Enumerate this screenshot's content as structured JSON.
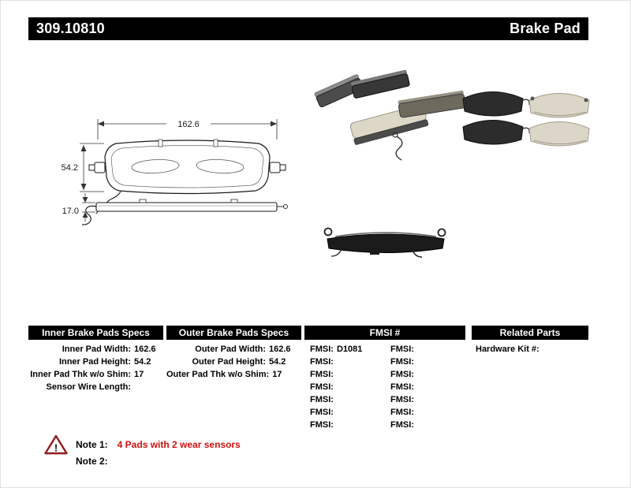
{
  "header": {
    "part_number": "309.10810",
    "product_name": "Brake Pad"
  },
  "diagram": {
    "width_dim": "162.6",
    "height_dim": "54.2",
    "thickness_dim": "17.0"
  },
  "table": {
    "inner": {
      "title": "Inner Brake Pads Specs",
      "rows": [
        {
          "label": "Inner Pad Width:",
          "value": "162.6"
        },
        {
          "label": "Inner Pad Height:",
          "value": "54.2"
        },
        {
          "label": "Inner Pad Thk w/o Shim:",
          "value": "17"
        },
        {
          "label": "Sensor Wire Length:",
          "value": ""
        }
      ]
    },
    "outer": {
      "title": "Outer Brake Pads Specs",
      "rows": [
        {
          "label": "Outer Pad Width:",
          "value": "162.6"
        },
        {
          "label": "Outer Pad Height:",
          "value": "54.2"
        },
        {
          "label": "Outer Pad Thk w/o Shim:",
          "value": "17"
        }
      ]
    },
    "fmsi": {
      "title": "FMSI #",
      "left_rows": [
        {
          "label": "FMSI:",
          "value": "D1081"
        },
        {
          "label": "FMSI:",
          "value": ""
        },
        {
          "label": "FMSI:",
          "value": ""
        },
        {
          "label": "FMSI:",
          "value": ""
        },
        {
          "label": "FMSI:",
          "value": ""
        },
        {
          "label": "FMSI:",
          "value": ""
        },
        {
          "label": "FMSI:",
          "value": ""
        }
      ],
      "right_rows": [
        {
          "label": "FMSI:",
          "value": ""
        },
        {
          "label": "FMSI:",
          "value": ""
        },
        {
          "label": "FMSI:",
          "value": ""
        },
        {
          "label": "FMSI:",
          "value": ""
        },
        {
          "label": "FMSI:",
          "value": ""
        },
        {
          "label": "FMSI:",
          "value": ""
        },
        {
          "label": "FMSI:",
          "value": ""
        }
      ]
    },
    "related": {
      "title": "Related Parts",
      "rows": [
        {
          "label": "Hardware Kit #:",
          "value": ""
        }
      ]
    }
  },
  "notes": {
    "note1_label": "Note 1:",
    "note1_text": "4 Pads with 2 wear sensors",
    "note2_label": "Note 2:",
    "note2_text": ""
  },
  "colors": {
    "header_bg": "#000000",
    "header_text": "#ffffff",
    "note_text_red": "#cc1111",
    "warning_triangle": "#8e1c1c"
  }
}
